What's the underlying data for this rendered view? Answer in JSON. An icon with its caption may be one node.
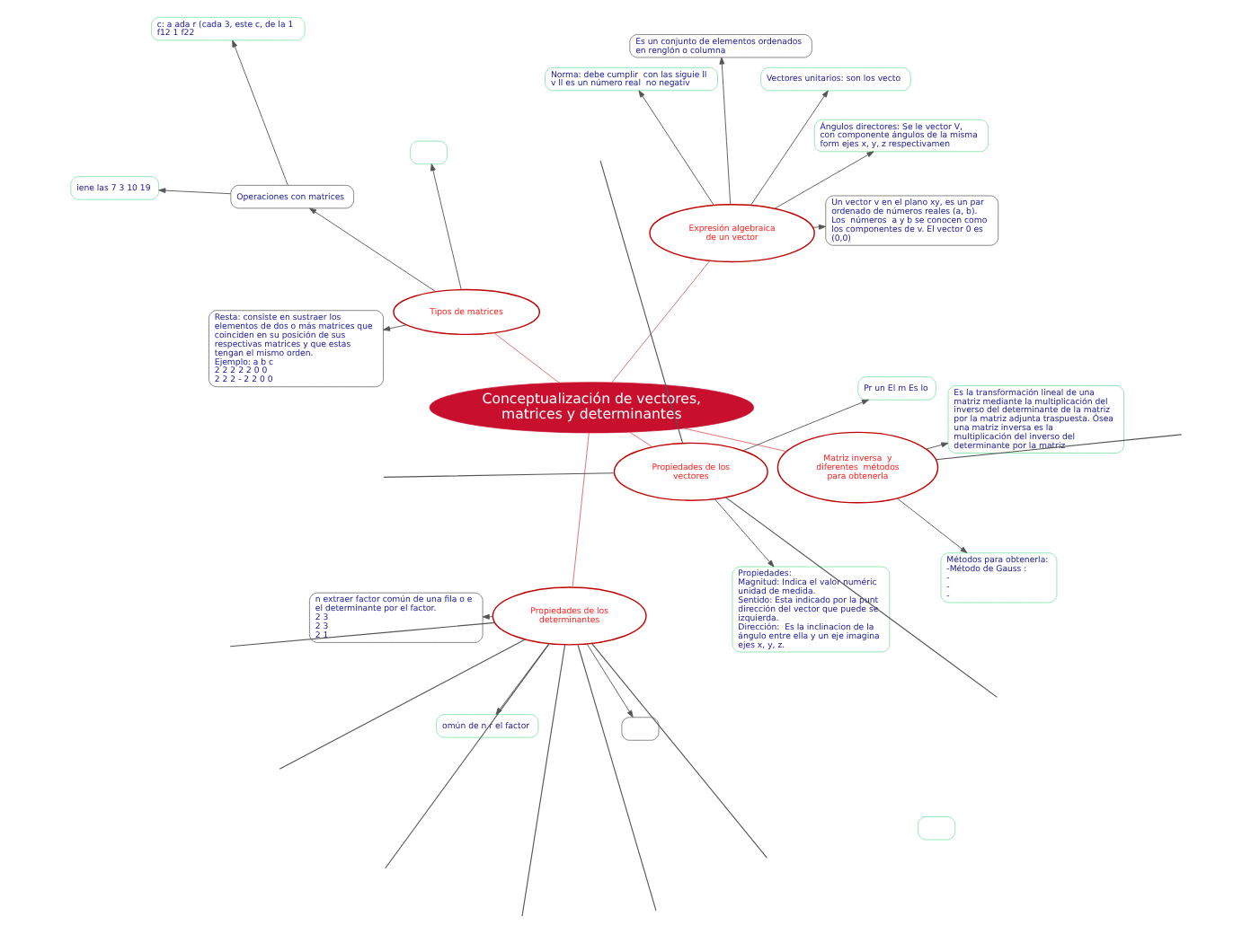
{
  "diagram": {
    "nodes": [
      {
        "text": [
          "Conceptualización de vectores, matrices y determinantes"
        ]
      },
      {
        "text": [
          "Propiedades de los determinantes"
        ]
      },
      {
        "text": [],
        "shape": "box"
      },
      {
        "text": [
          "n extraer factor común de una fila o e el determinante por el factor.",
          "2 3",
          "2 3",
          "2 1"
        ]
      },
      {
        "text": [
          "omún de n r el factor"
        ]
      },
      {
        "text": [],
        "shape": "box"
      },
      {
        "text": [
          "Expresión algebraica de un vector"
        ]
      },
      {
        "text": [
          "Es un conjunto de elementos ordenados en renglón o columna"
        ]
      },
      {
        "text": [
          "Un vector v en el plano xy, es un par ordenado de números reales (a, b).  Los  números  a y b se conocen como los componentes de v. El vector 0 es (0,0)"
        ]
      },
      {
        "text": [
          "Norma: debe cumplir  con las siguie ll v ll es un número real  no negativ"
        ]
      },
      {
        "text": [
          "Ángulos directores: Se le vector V, con componente ángulos de la misma form ejes x, y, z respectivamen"
        ]
      },
      {
        "text": [
          "Vectores unitarios: son los vecto"
        ]
      },
      {
        "text": [
          "Tipos de matrices"
        ]
      },
      {
        "text": [],
        "shape": "box"
      },
      {
        "text": [
          "Operaciones con matrices"
        ]
      },
      {
        "text": [
          "iene las 7 3 10 19"
        ]
      },
      {
        "text": [
          "c: a ada r (cada 3, este c, de la 1 f12 1 f22"
        ]
      },
      {
        "text": [
          "Resta: consiste en sustraer los elementos de dos o más matrices que coinciden en su posición de sus respectivas matrices y que estas tengan el mismo orden.",
          "Ejemplo: a b c",
          "2 2 2 2 2 0 0",
          "2 2 2 - 2 2 0 0"
        ]
      },
      {
        "text": [
          "Propiedades de los vectores"
        ]
      },
      {
        "text": [
          "Propiedades:",
          "Magnitud: Indica el valor numéric unidad de medida.",
          "Sentido: Esta indicado por la punt dirección del vector que puede se izquierda.",
          "Dirección:  Es la inclinacion de la ángulo entre ella y un eje imagina ejes x, y, z."
        ]
      },
      {
        "text": [
          "Pr un El m Es lo"
        ]
      },
      {
        "text": [
          "Matriz inversa  y diferentes  métodos para obtenerla"
        ]
      },
      {
        "text": [
          "Es la transformación lineal de una matriz mediante la multiplicación del inverso del determinante de la matriz por la matriz adjunta traspuesta. Ósea una matriz inversa es la multiplicación del inverso del determinante por la matriz"
        ]
      },
      {
        "text": [
          "Métodos para obtenerla:",
          "-Método de Gauss :",
          "-",
          "-",
          "-"
        ]
      }
    ],
    "edges": [
      {
        "from": 0,
        "to": 1,
        "arrow": "none",
        "color": "#e06666"
      },
      {
        "from": 0,
        "to": 6,
        "arrow": "none",
        "color": "#e06666"
      },
      {
        "from": 0,
        "to": 12,
        "arrow": "none",
        "color": "#e06666"
      },
      {
        "from": 0,
        "to": 18,
        "arrow": "none",
        "color": "#e06666"
      },
      {
        "from": 0,
        "to": 21,
        "arrow": "none",
        "color": "#e06666"
      },
      {
        "from": 1,
        "to": 2,
        "arrow": "to"
      },
      {
        "from": 1,
        "to": null,
        "arrow": "none"
      },
      {
        "from": 1,
        "to": 3,
        "arrow": "to"
      },
      {
        "from": 1,
        "to": 4,
        "arrow": "to"
      },
      {
        "from": 1,
        "to": null,
        "arrow": "none"
      },
      {
        "from": 1,
        "to": null,
        "arrow": "none"
      },
      {
        "from": 1,
        "to": null,
        "arrow": "none"
      },
      {
        "from": 1,
        "to": null,
        "arrow": "none"
      },
      {
        "from": 1,
        "to": null,
        "arrow": "none"
      },
      {
        "from": 6,
        "to": 7,
        "arrow": "to"
      },
      {
        "from": 6,
        "to": 8,
        "arrow": "to"
      },
      {
        "from": 6,
        "to": 9,
        "arrow": "to"
      },
      {
        "from": 6,
        "to": 10,
        "arrow": "to"
      },
      {
        "from": 6,
        "to": 11,
        "arrow": "to"
      },
      {
        "from": 12,
        "to": 13,
        "arrow": "to"
      },
      {
        "from": 12,
        "to": 14,
        "arrow": "to"
      },
      {
        "from": 12,
        "to": 17,
        "arrow": "to"
      },
      {
        "from": 14,
        "to": 15,
        "arrow": "to"
      },
      {
        "from": 14,
        "to": 16,
        "arrow": "to"
      },
      {
        "from": 18,
        "to": 19,
        "arrow": "to"
      },
      {
        "from": 18,
        "to": null,
        "arrow": "none"
      },
      {
        "from": 18,
        "to": null,
        "arrow": "none"
      },
      {
        "from": 18,
        "to": null,
        "arrow": "none"
      },
      {
        "from": 18,
        "to": 20,
        "arrow": "to"
      },
      {
        "from": 21,
        "to": 22,
        "arrow": "to"
      },
      {
        "from": 21,
        "to": null,
        "arrow": "none"
      },
      {
        "from": 21,
        "to": 23,
        "arrow": "to"
      }
    ]
  }
}
